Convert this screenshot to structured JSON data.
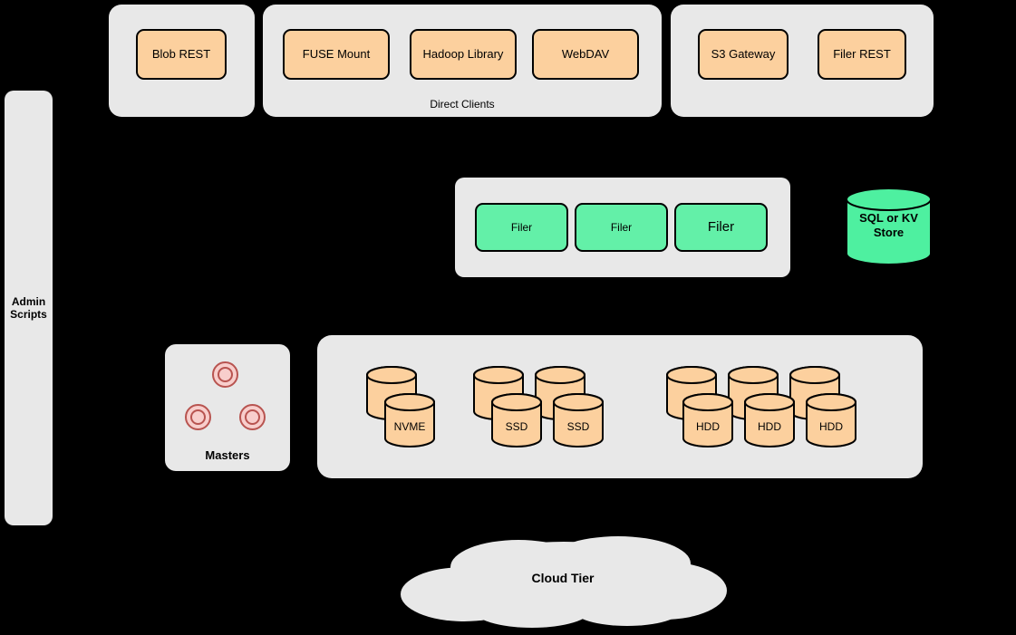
{
  "colors": {
    "background": "#000000",
    "group_fill": "#e8e8e8",
    "node_orange": "#fcd09e",
    "node_green": "#63f0a8",
    "cylinder_green": "#4ef0a0",
    "circle_pink": "#f8cecc",
    "circle_border": "#b85450",
    "stroke": "#000000"
  },
  "blob_group": {
    "button": "Blob REST"
  },
  "direct_clients_group": {
    "label": "Direct Clients",
    "buttons": [
      "FUSE Mount",
      "Hadoop Library",
      "WebDAV"
    ]
  },
  "gateway_group": {
    "buttons": [
      "S3 Gateway",
      "Filer REST"
    ]
  },
  "admin_bar": {
    "label": "Admin\nScripts"
  },
  "filer_group": {
    "buttons": [
      "Filer",
      "Filer",
      "Filer"
    ]
  },
  "sql_store": {
    "label": "SQL or KV\nStore"
  },
  "masters_group": {
    "label": "Masters"
  },
  "disk_group": {
    "nvme_labels": [
      "NVME"
    ],
    "ssd_labels": [
      "SSD",
      "SSD"
    ],
    "hdd_labels": [
      "HDD",
      "HDD",
      "HDD"
    ]
  },
  "cloud": {
    "label": "Cloud Tier"
  }
}
